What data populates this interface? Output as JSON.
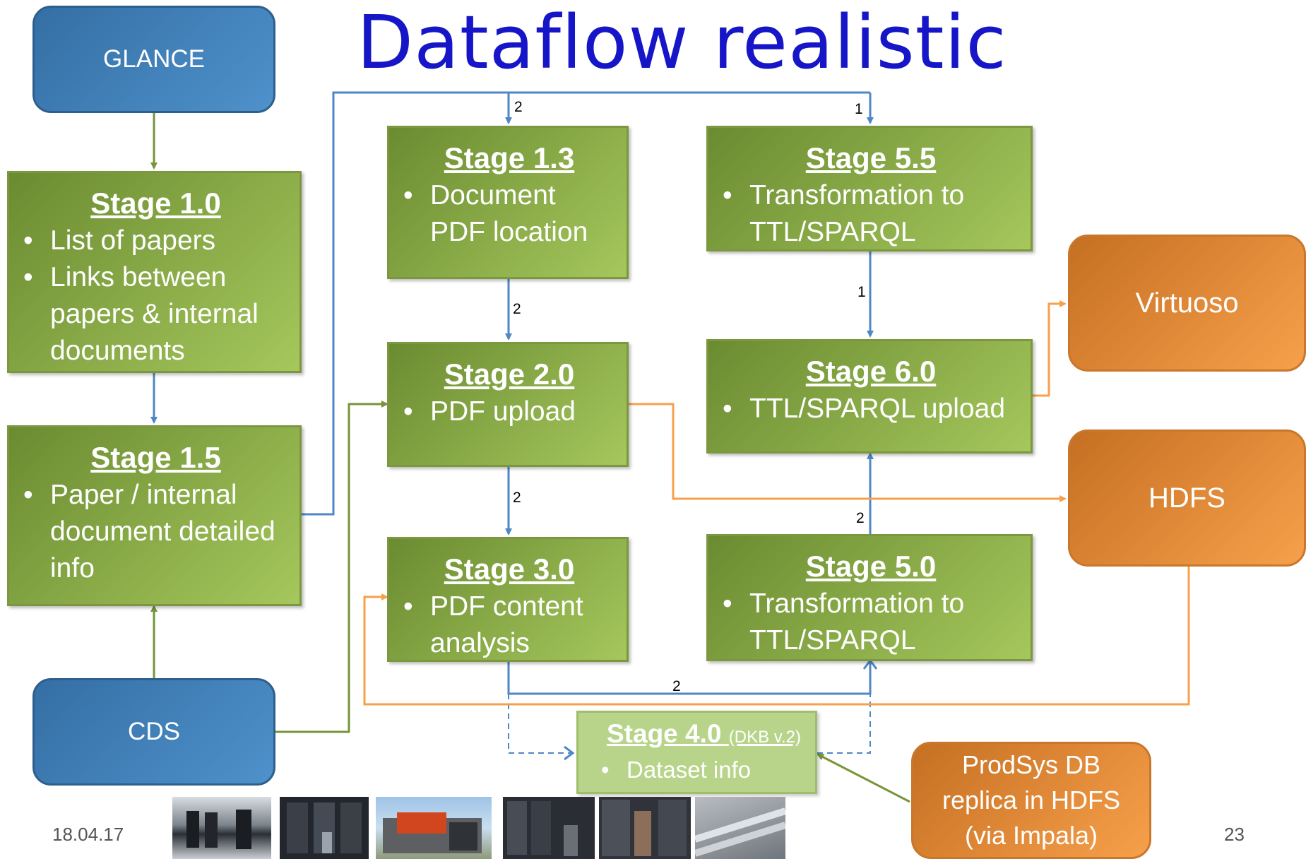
{
  "title": "Dataflow realistic",
  "nodes": {
    "glance": "GLANCE",
    "cds": "CDS",
    "virtuoso": "Virtuoso",
    "hdfs": "HDFS",
    "prodsys": "ProdSys DB replica in HDFS (via Impala)"
  },
  "stages": {
    "s10": {
      "title": "Stage 1.0",
      "items": [
        "List of papers",
        "Links between papers & internal documents"
      ]
    },
    "s15": {
      "title": "Stage 1.5",
      "items": [
        "Paper / internal document detailed info"
      ]
    },
    "s13": {
      "title": "Stage 1.3",
      "items": [
        "Document PDF location"
      ]
    },
    "s20": {
      "title": "Stage 2.0",
      "items": [
        "PDF upload"
      ]
    },
    "s30": {
      "title": "Stage 3.0",
      "items": [
        "PDF content analysis"
      ]
    },
    "s40": {
      "title": "Stage 4.0",
      "subtitle": "(DKB v.2)",
      "items": [
        "Dataset info"
      ]
    },
    "s55": {
      "title": "Stage 5.5",
      "items": [
        "Transformation to TTL/SPARQL"
      ]
    },
    "s60": {
      "title": "Stage 6.0",
      "items": [
        "TTL/SPARQL upload"
      ]
    },
    "s50": {
      "title": "Stage 5.0",
      "items": [
        "Transformation to TTL/SPARQL"
      ]
    }
  },
  "edge_labels": {
    "top_to_13": "2",
    "top_to_55": "1",
    "s13_to_s20": "2",
    "s20_to_s30": "2",
    "s55_to_s60": "1",
    "s50_to_s60": "2",
    "s30_to_s50": "2"
  },
  "colors": {
    "title": "#1616c8",
    "blue_flow": "#4f86c6",
    "green_flow": "#77943a",
    "orange_flow": "#f7a04b"
  },
  "footer": {
    "date": "18.04.17",
    "page": "23"
  }
}
